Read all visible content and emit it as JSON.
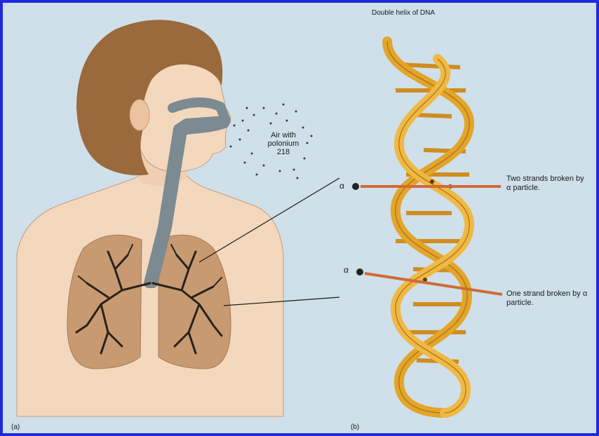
{
  "panel_a": {
    "label": "(a)",
    "air_label": "Air with polonium 218"
  },
  "panel_b": {
    "label": "(b)",
    "title": "Double helix of DNA",
    "alpha_symbol": "α",
    "two_strands": "Two strands broken by α particle.",
    "one_strand": "One strand broken by α particle."
  },
  "colors": {
    "border": "#1f2bd8",
    "background": "#cfe0ea",
    "hair": "#9a6a3c",
    "skin": "#f3d8bd",
    "lung": "#c89a72",
    "airway": "#7c8a92",
    "helix": "#e3a52a",
    "helix_rung": "#cf8e1e",
    "alpha_track": "#d06a3a"
  }
}
